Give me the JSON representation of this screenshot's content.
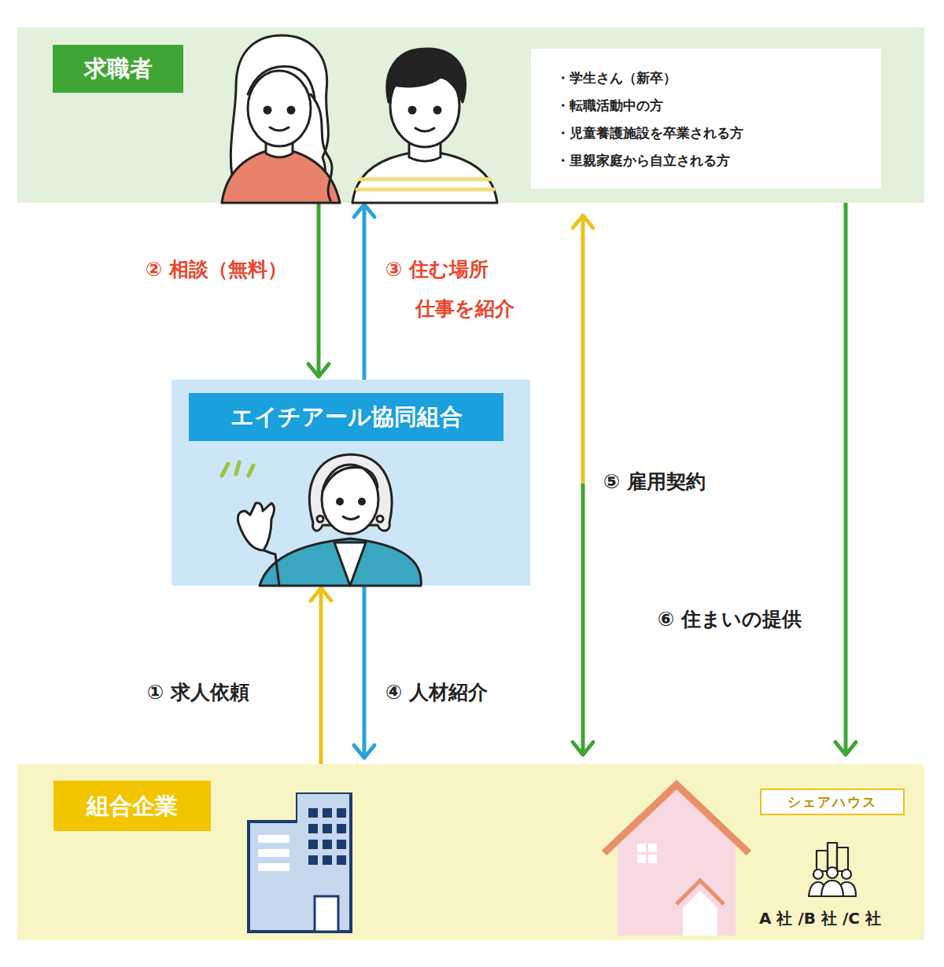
{
  "diagram": {
    "nodes": [
      {
        "text": [
          "求職者"
        ]
      },
      {
        "text": [
          "・学生さん（新卒）",
          "・転職活動中の方",
          "・児童養護施設を卒業される方",
          "・里親家庭から自立される方"
        ],
        "in": 0
      },
      {
        "text": [
          "エイチアール協同組合"
        ]
      },
      {
        "text": [
          "組合企業"
        ]
      },
      {
        "text": [
          "シェアハウス"
        ],
        "in": 3
      }
    ],
    "edges": [
      {
        "from": 0,
        "to": 2,
        "label": "② 相談（無料）",
        "arrow": "to"
      },
      {
        "from": 2,
        "to": 0,
        "label": "③ 住む場所 仕事を紹介",
        "arrow": "to"
      },
      {
        "from": 3,
        "to": 2,
        "label": "① 求人依頼",
        "arrow": "to"
      },
      {
        "from": 2,
        "to": 3,
        "label": "④ 人材紹介",
        "arrow": "to"
      },
      {
        "from": 0,
        "to": 3,
        "label": "⑤ 雇用契約",
        "arrow": "both"
      },
      {
        "from": 0,
        "to": 3,
        "label": "⑥ 住まいの提供",
        "arrow": "to"
      }
    ],
    "labels": [
      "A 社 /B 社 /C 社"
    ]
  }
}
